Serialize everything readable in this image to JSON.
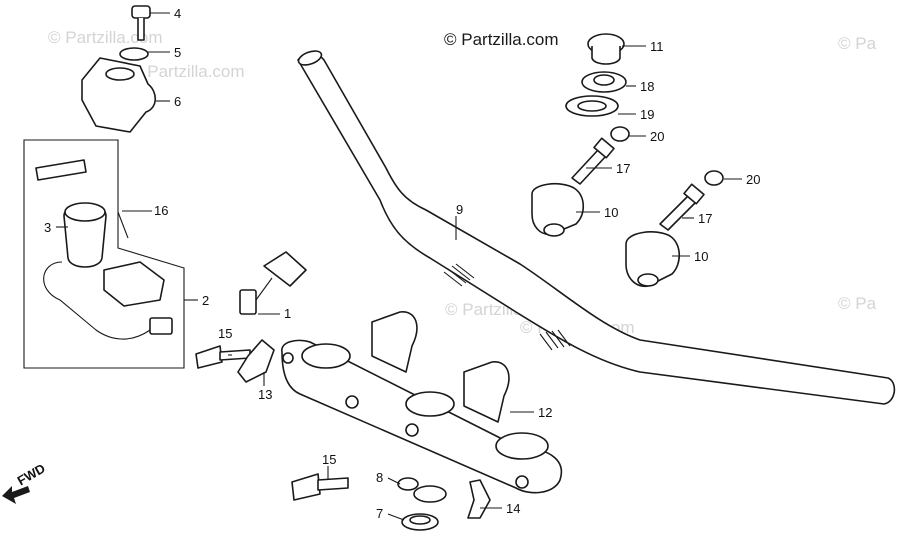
{
  "watermarks": [
    "© Partzilla.com",
    "© Partzilla.com",
    "© Partzilla.com",
    "© Partzilla.com",
    "© Pa",
    "© Pa"
  ],
  "brand": "© Partzilla.com",
  "fwd_label": "FWD",
  "callouts": {
    "c1": "1",
    "c2": "2",
    "c3": "3",
    "c4": "4",
    "c5": "5",
    "c6": "6",
    "c7": "7",
    "c8": "8",
    "c9": "9",
    "c10a": "10",
    "c10b": "10",
    "c11": "11",
    "c12": "12",
    "c13": "13",
    "c14": "14",
    "c15a": "15",
    "c15b": "15",
    "c16": "16",
    "c17a": "17",
    "c17b": "17",
    "c18": "18",
    "c19": "19",
    "c20a": "20",
    "c20b": "20"
  }
}
